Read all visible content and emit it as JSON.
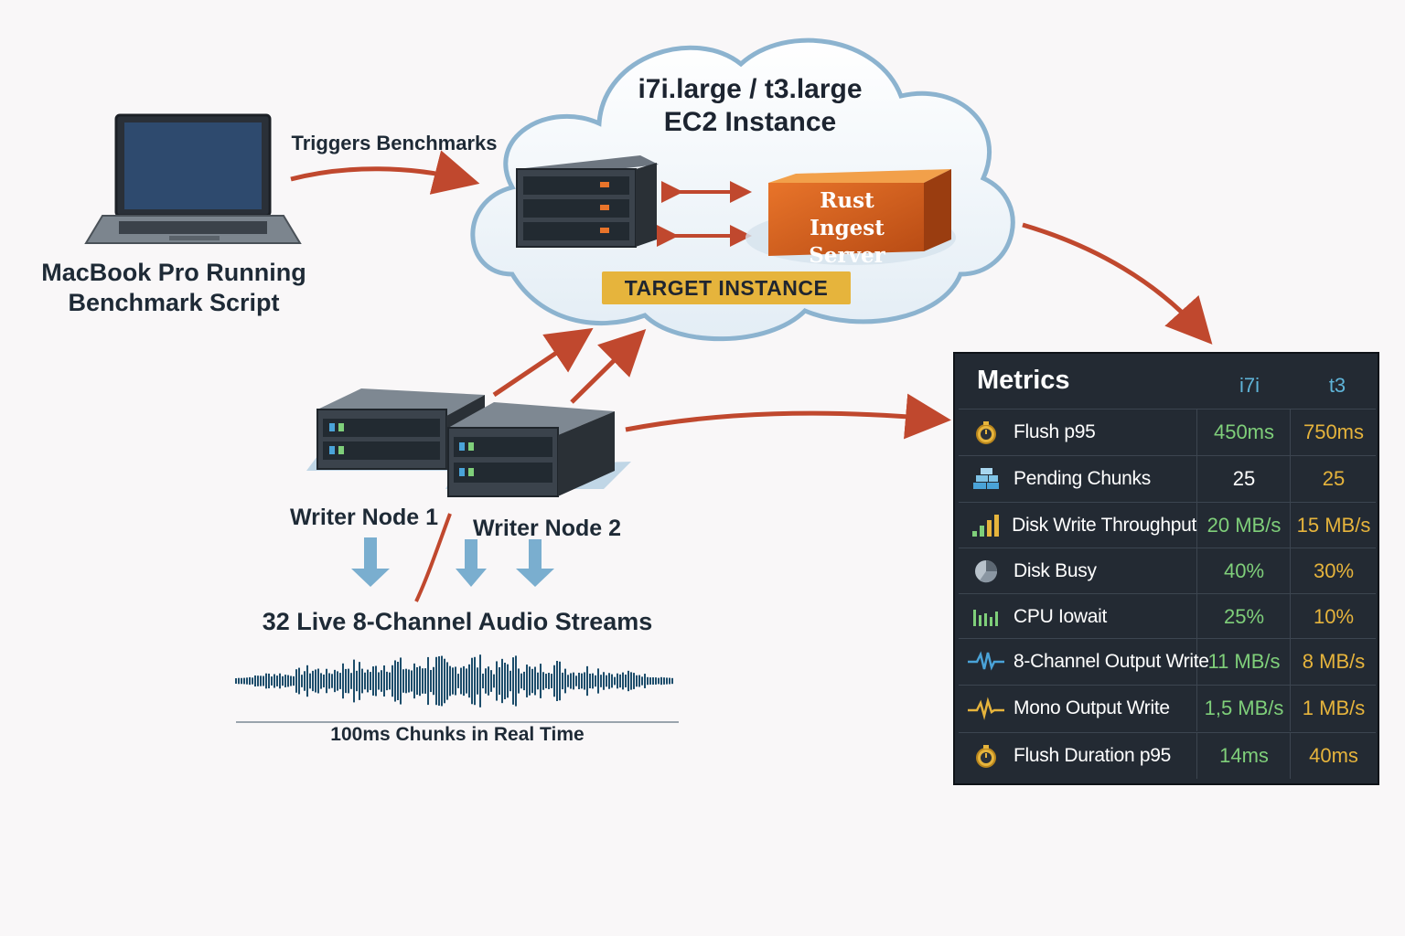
{
  "cloud": {
    "title_line1": "i7i.large / t3.large",
    "title_line2": "EC2 Instance",
    "target_label": "TARGET INSTANCE",
    "server_line1": "Rust",
    "server_line2": "Ingest Server"
  },
  "laptop": {
    "label_line1": "MacBook Pro Running",
    "label_line2": "Benchmark Script"
  },
  "arrow_labels": {
    "triggers": "Triggers Benchmarks"
  },
  "writers": {
    "node1": "Writer Node 1",
    "node2": "Writer Node 2"
  },
  "audio": {
    "streams": "32 Live 8-Channel Audio Streams",
    "chunks": "100ms Chunks in Real Time"
  },
  "metrics": {
    "title": "Metrics",
    "col_i7i": "i7i",
    "col_t3": "t3",
    "rows": [
      {
        "icon": "stopwatch-icon",
        "name": "Flush p95",
        "i7i": "450ms",
        "t3": "750ms"
      },
      {
        "icon": "stacked-blocks-icon",
        "name": "Pending Chunks",
        "i7i": "25",
        "t3": "25"
      },
      {
        "icon": "bar-chart-icon",
        "name": "Disk Write Throughput",
        "i7i": "20 MB/s",
        "t3": "15 MB/s"
      },
      {
        "icon": "pie-chart-icon",
        "name": "Disk Busy",
        "i7i": "40%",
        "t3": "30%"
      },
      {
        "icon": "cpu-bars-icon",
        "name": "CPU Iowait",
        "i7i": "25%",
        "t3": "10%"
      },
      {
        "icon": "waveform-icon",
        "name": "8-Channel Output Write",
        "i7i": "11 MB/s",
        "t3": "8 MB/s"
      },
      {
        "icon": "mono-waveform-icon",
        "name": "Mono Output Write",
        "i7i": "1,5 MB/s",
        "t3": "1 MB/s"
      },
      {
        "icon": "stopwatch-icon",
        "name": "Flush Duration p95",
        "i7i": "14ms",
        "t3": "40ms"
      }
    ]
  },
  "colors": {
    "arrow": "#c0482e",
    "target_badge": "#e6b43c",
    "panel_bg": "#232a33",
    "i7i_value": "#7fcf7a",
    "t3_value": "#e6b43c"
  }
}
